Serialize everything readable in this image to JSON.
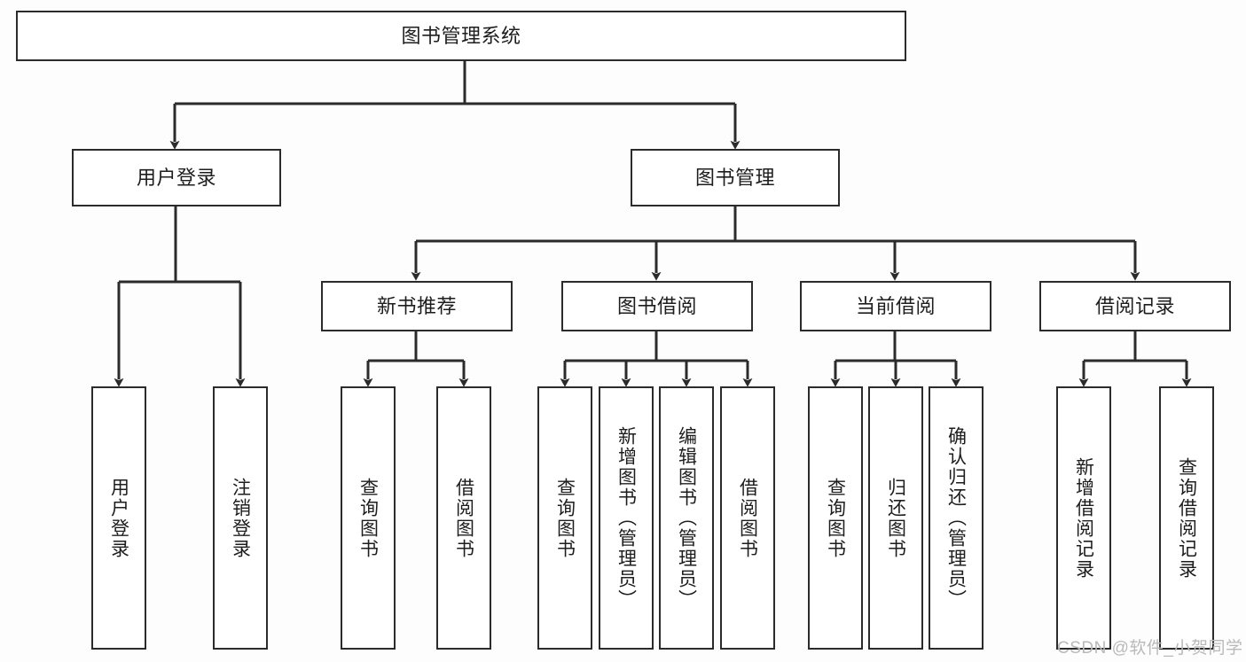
{
  "diagram": {
    "title": "图书管理系统",
    "type": "tree",
    "watermark": "CSDN @软件_小贺同学",
    "colors": {
      "line": "#2b2b2b",
      "box_border": "#2b2b2b",
      "box_fill": "#ffffff",
      "text": "#1d1d1d",
      "background": "#fdfdfd",
      "watermark": "#b9b9b9"
    },
    "root": {
      "label": "图书管理系统"
    },
    "level2": [
      {
        "label": "用户登录"
      },
      {
        "label": "图书管理"
      }
    ],
    "level3": [
      {
        "label": "新书推荐"
      },
      {
        "label": "图书借阅"
      },
      {
        "label": "当前借阅"
      },
      {
        "label": "借阅记录"
      }
    ],
    "leaves": {
      "user_login": [
        {
          "label": "用户登录"
        },
        {
          "label": "注销登录"
        }
      ],
      "new_book_recommend": [
        {
          "label": "查询图书"
        },
        {
          "label": "借阅图书"
        }
      ],
      "book_borrow": [
        {
          "label": "查询图书"
        },
        {
          "label": "新增图书（管理员）"
        },
        {
          "label": "编辑图书（管理员）"
        },
        {
          "label": "借阅图书"
        }
      ],
      "current_borrow": [
        {
          "label": "查询图书"
        },
        {
          "label": "归还图书"
        },
        {
          "label": "确认归还（管理员）"
        }
      ],
      "borrow_records": [
        {
          "label": "新增借阅记录"
        },
        {
          "label": "查询借阅记录"
        }
      ]
    }
  }
}
